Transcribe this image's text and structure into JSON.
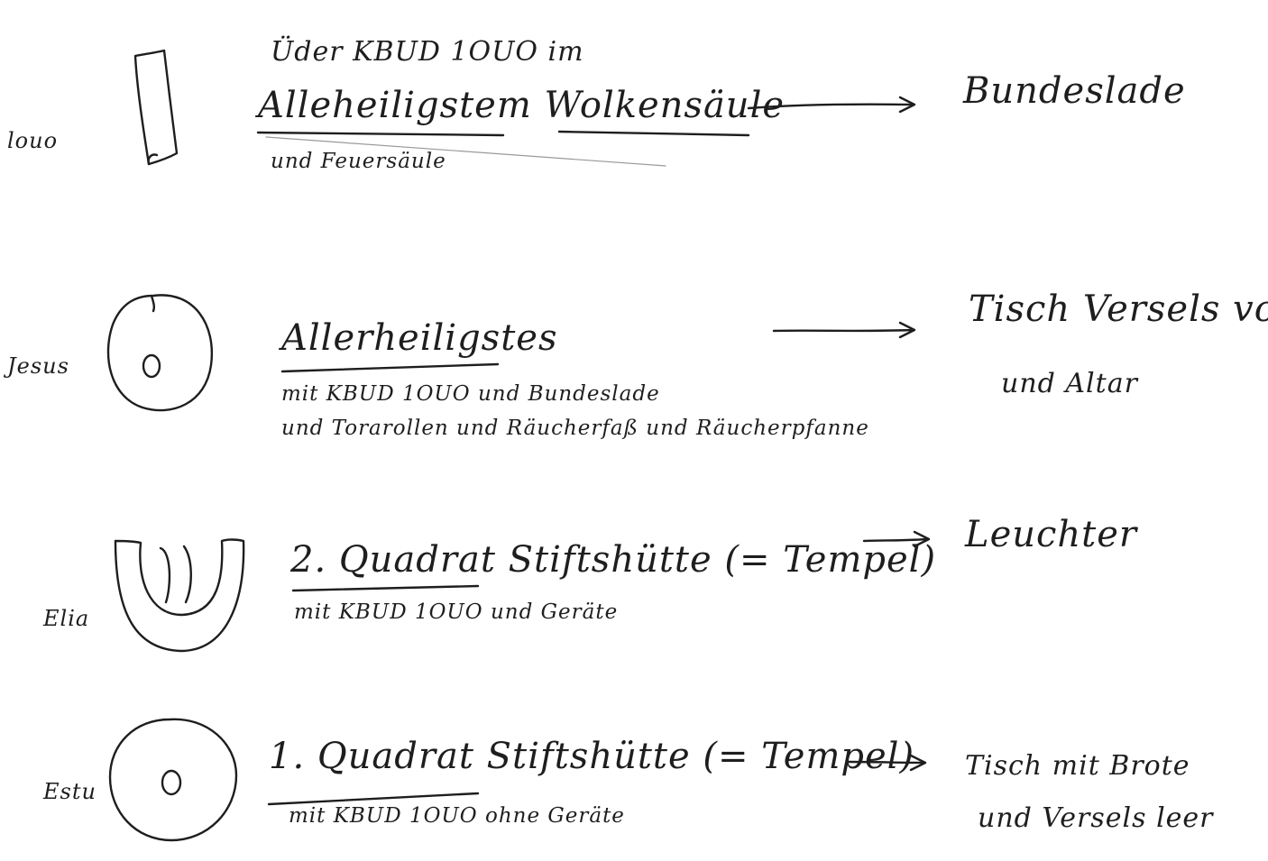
{
  "rows": [
    {
      "label": "louo",
      "title": "Üder KBUD 1OUO im",
      "line2": "Alleheiligstem Wolkensäule",
      "line3": "und Feuersäule",
      "result": "Bundeslade"
    },
    {
      "label": "Jesus",
      "title": "Allerheiligstes",
      "line2": "mit KBUD 1OUO und Bundeslade",
      "line3": "und Torarollen und Räucherfaß und Räucherpfanne",
      "result": "Tisch Versels voll",
      "result2": "und Altar"
    },
    {
      "label": "Elia",
      "title": "2. Quadrat Stiftshütte (= Tempel)",
      "line2": "mit KBUD 1OUO und Geräte",
      "result": "Leuchter"
    },
    {
      "label": "Estu",
      "title": "1. Quadrat Stiftshütte (= Tempel)",
      "line2": "mit KBUD 1OUO ohne Geräte",
      "result": "Tisch mit Brote",
      "result2": "und Versels leer"
    }
  ]
}
